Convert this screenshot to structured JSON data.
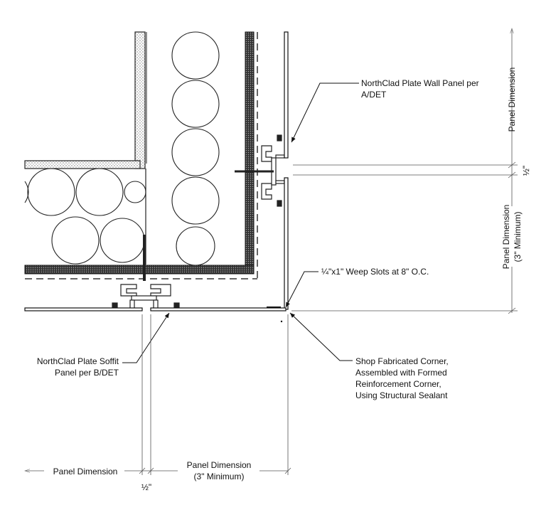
{
  "callouts": {
    "wall_panel": [
      "NorthClad Plate Wall Panel per",
      "A/DET"
    ],
    "weep_slots": "¼\"x1\" Weep Slots at 8\" O.C.",
    "corner": [
      "Shop Fabricated Corner,",
      "Assembled with Formed",
      "Reinforcement Corner,",
      "Using Structural Sealant"
    ],
    "soffit_panel": [
      "NorthClad Plate Soffit",
      "Panel per B/DET"
    ]
  },
  "dimensions": {
    "right_upper": "Panel Dimension",
    "right_gap": "½\"",
    "right_lower": [
      "Panel Dimension",
      "(3\" Minimum)"
    ],
    "bottom_left": "Panel Dimension",
    "bottom_gap": "½\"",
    "bottom_right": [
      "Panel Dimension",
      "(3\" Minimum)"
    ]
  }
}
